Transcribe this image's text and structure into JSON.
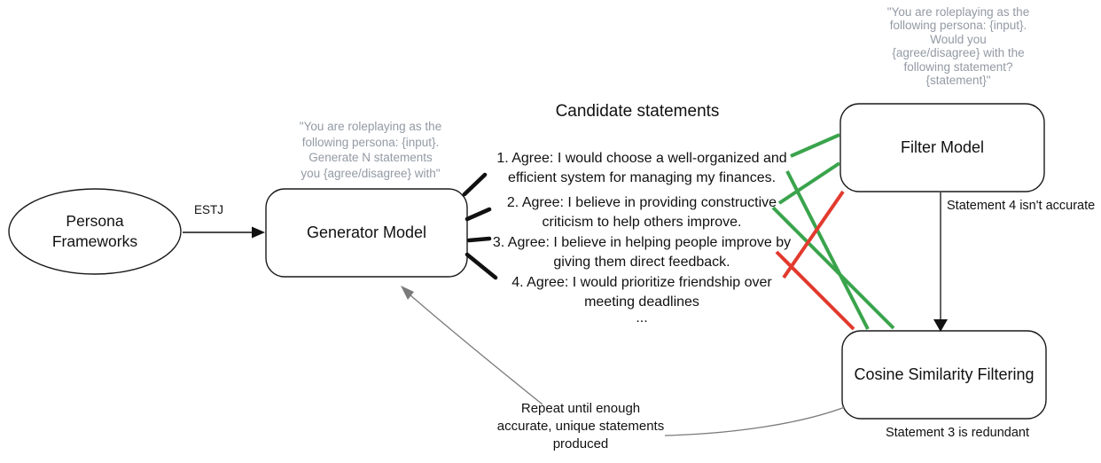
{
  "colors": {
    "green": "#3aa44c",
    "red": "#e23a2e",
    "gray_text": "#939aa4",
    "gray_line": "#7a7a7a",
    "black_line": "#111111",
    "box_border": "#1a1a1a"
  },
  "nodes": {
    "persona": {
      "label": "Persona\nFrameworks"
    },
    "generator": {
      "label": "Generator Model",
      "prompt": "\"You are roleplaying as the\nfollowing persona: {input}.\nGenerate N statements\nyou {agree/disagree} with\""
    },
    "filter": {
      "label": "Filter Model",
      "prompt": "\"You are roleplaying as the\nfollowing persona: {input}.\nWould you\n{agree/disagree} with the\nfollowing statement?\n{statement}\"",
      "note": "Statement 4 isn't accurate"
    },
    "cosine": {
      "label": "Cosine Similarity Filtering",
      "note": "Statement 3 is redundant"
    }
  },
  "edges": {
    "estj_label": "ESTJ",
    "repeat_note": "Repeat until enough\naccurate, unique statements\nproduced"
  },
  "candidates": {
    "title": "Candidate statements",
    "items": [
      "1. Agree: I would choose a well-organized and\nefficient system for managing my finances.",
      "2. Agree: I believe in providing constructive\ncriticism to help others improve.",
      "3. Agree: I believe in helping people improve by\ngiving them direct feedback.",
      "4. Agree: I would prioritize friendship over\nmeeting deadlines",
      "..."
    ]
  }
}
